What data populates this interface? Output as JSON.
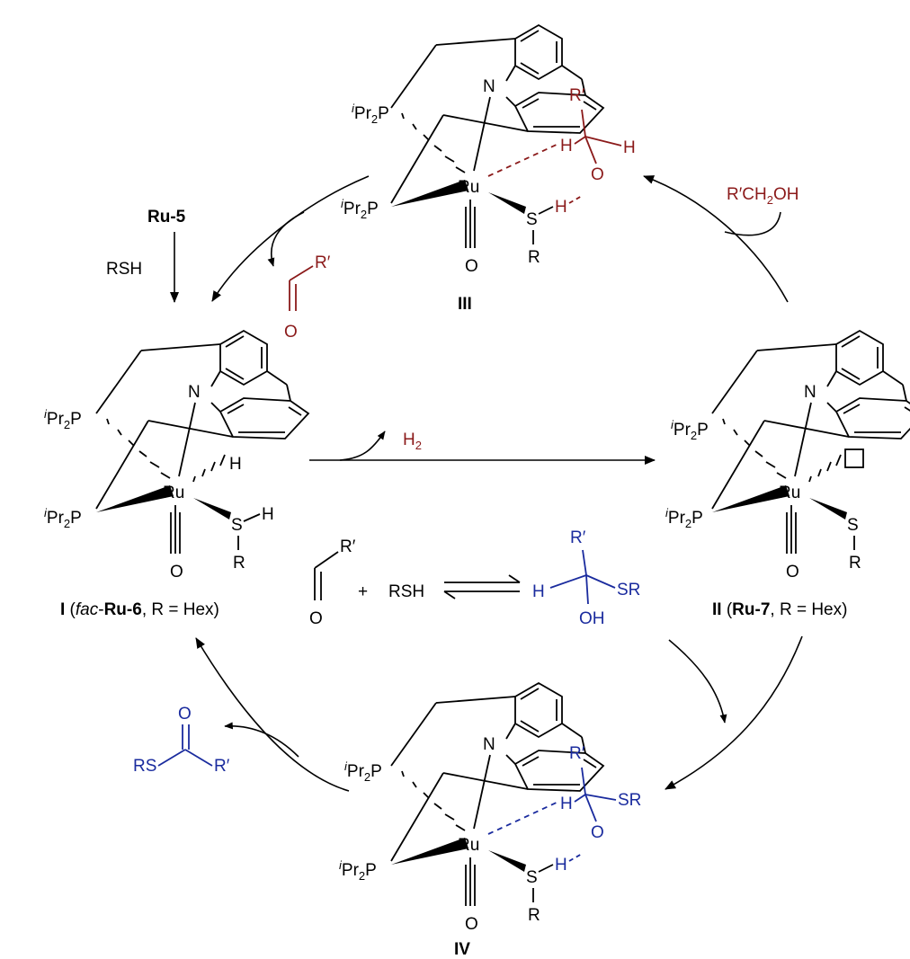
{
  "colors": {
    "black": "#000000",
    "aldehyde_red": "#8b1a1a",
    "hemithioacetal_blue": "#1a2b9e"
  },
  "atoms": {
    "ru": "Ru",
    "n": "N",
    "p_label": "Pr",
    "p_sup": "i",
    "p_sub": "2",
    "p_tail": "P",
    "h": "H",
    "s": "S",
    "r": "R",
    "o": "O"
  },
  "complex_I": {
    "label_roman": "I",
    "label_open": " (",
    "label_fac": "fac",
    "label_dash": "-",
    "label_ru6": "Ru-6",
    "label_tail": ", R = Hex)"
  },
  "complex_II": {
    "label_roman": "II",
    "label_open": " (",
    "label_ru7": "Ru-7",
    "label_tail": ", R = Hex)"
  },
  "complex_III": {
    "label": "III",
    "substrate_r": "R′",
    "substrate_h": "H"
  },
  "complex_IV": {
    "label": "IV",
    "substrate_r": "R′",
    "substrate_sr": "SR"
  },
  "reagents": {
    "ru5": "Ru-5",
    "rsh": "RSH",
    "h2_main": "H",
    "h2_sub": "2",
    "alcohol_main": "R′CH",
    "alcohol_sub": "2",
    "alcohol_tail": "OH",
    "aldehyde_r": "R′",
    "plus": "+",
    "hemi_r": "R′",
    "hemi_h": "H",
    "hemi_sr": "SR",
    "hemi_oh": "OH",
    "thioester_rs": "RS",
    "thioester_r": "R′",
    "thioester_o": "O"
  }
}
